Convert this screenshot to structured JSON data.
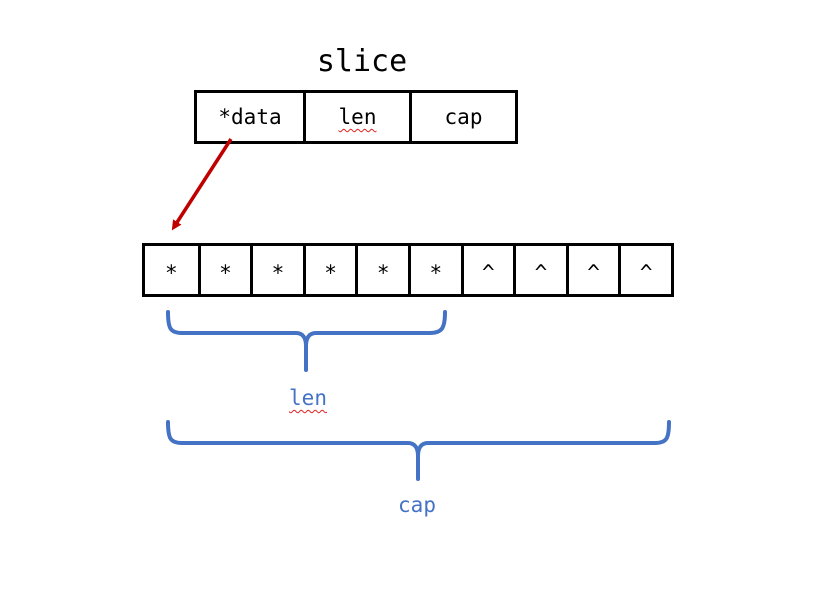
{
  "title": "slice",
  "header_fields": [
    "*data",
    "len",
    "cap"
  ],
  "array_cells": [
    "*",
    "*",
    "*",
    "*",
    "*",
    "*",
    "^",
    "^",
    "^",
    "^"
  ],
  "len_label": "len",
  "cap_label": "cap",
  "colors": {
    "pointer_arrow": "#c00000",
    "brace": "#4472c4",
    "box_border": "#000000"
  }
}
